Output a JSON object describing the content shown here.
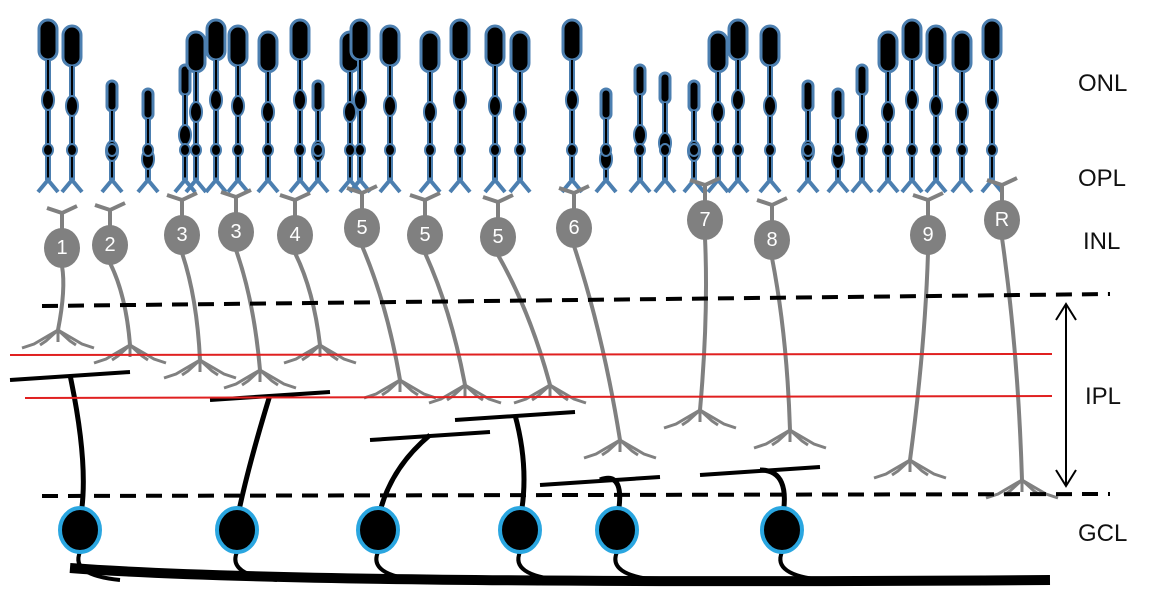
{
  "colors": {
    "photoreceptor_outline": "#4c7fb0",
    "photoreceptor_fill": "#000000",
    "bipolar": "#808080",
    "ganglion_outline": "#2aa6e0",
    "ganglion_fill": "#000000",
    "stratification_lines": "#e02020",
    "boundary_lines": "#000000"
  },
  "layers": {
    "onl": "ONL",
    "opl": "OPL",
    "inl": "INL",
    "ipl": "IPL",
    "gcl": "GCL"
  },
  "bipolar_cells": [
    {
      "label": "1"
    },
    {
      "label": "2"
    },
    {
      "label": "3"
    },
    {
      "label": "3"
    },
    {
      "label": "4"
    },
    {
      "label": "5"
    },
    {
      "label": "5"
    },
    {
      "label": "5"
    },
    {
      "label": "6"
    },
    {
      "label": "7"
    },
    {
      "label": "8"
    },
    {
      "label": "9"
    },
    {
      "label": "R"
    }
  ],
  "ganglion_cell_count": 6,
  "photoreceptor_icon": "cone-and-rod-icon"
}
